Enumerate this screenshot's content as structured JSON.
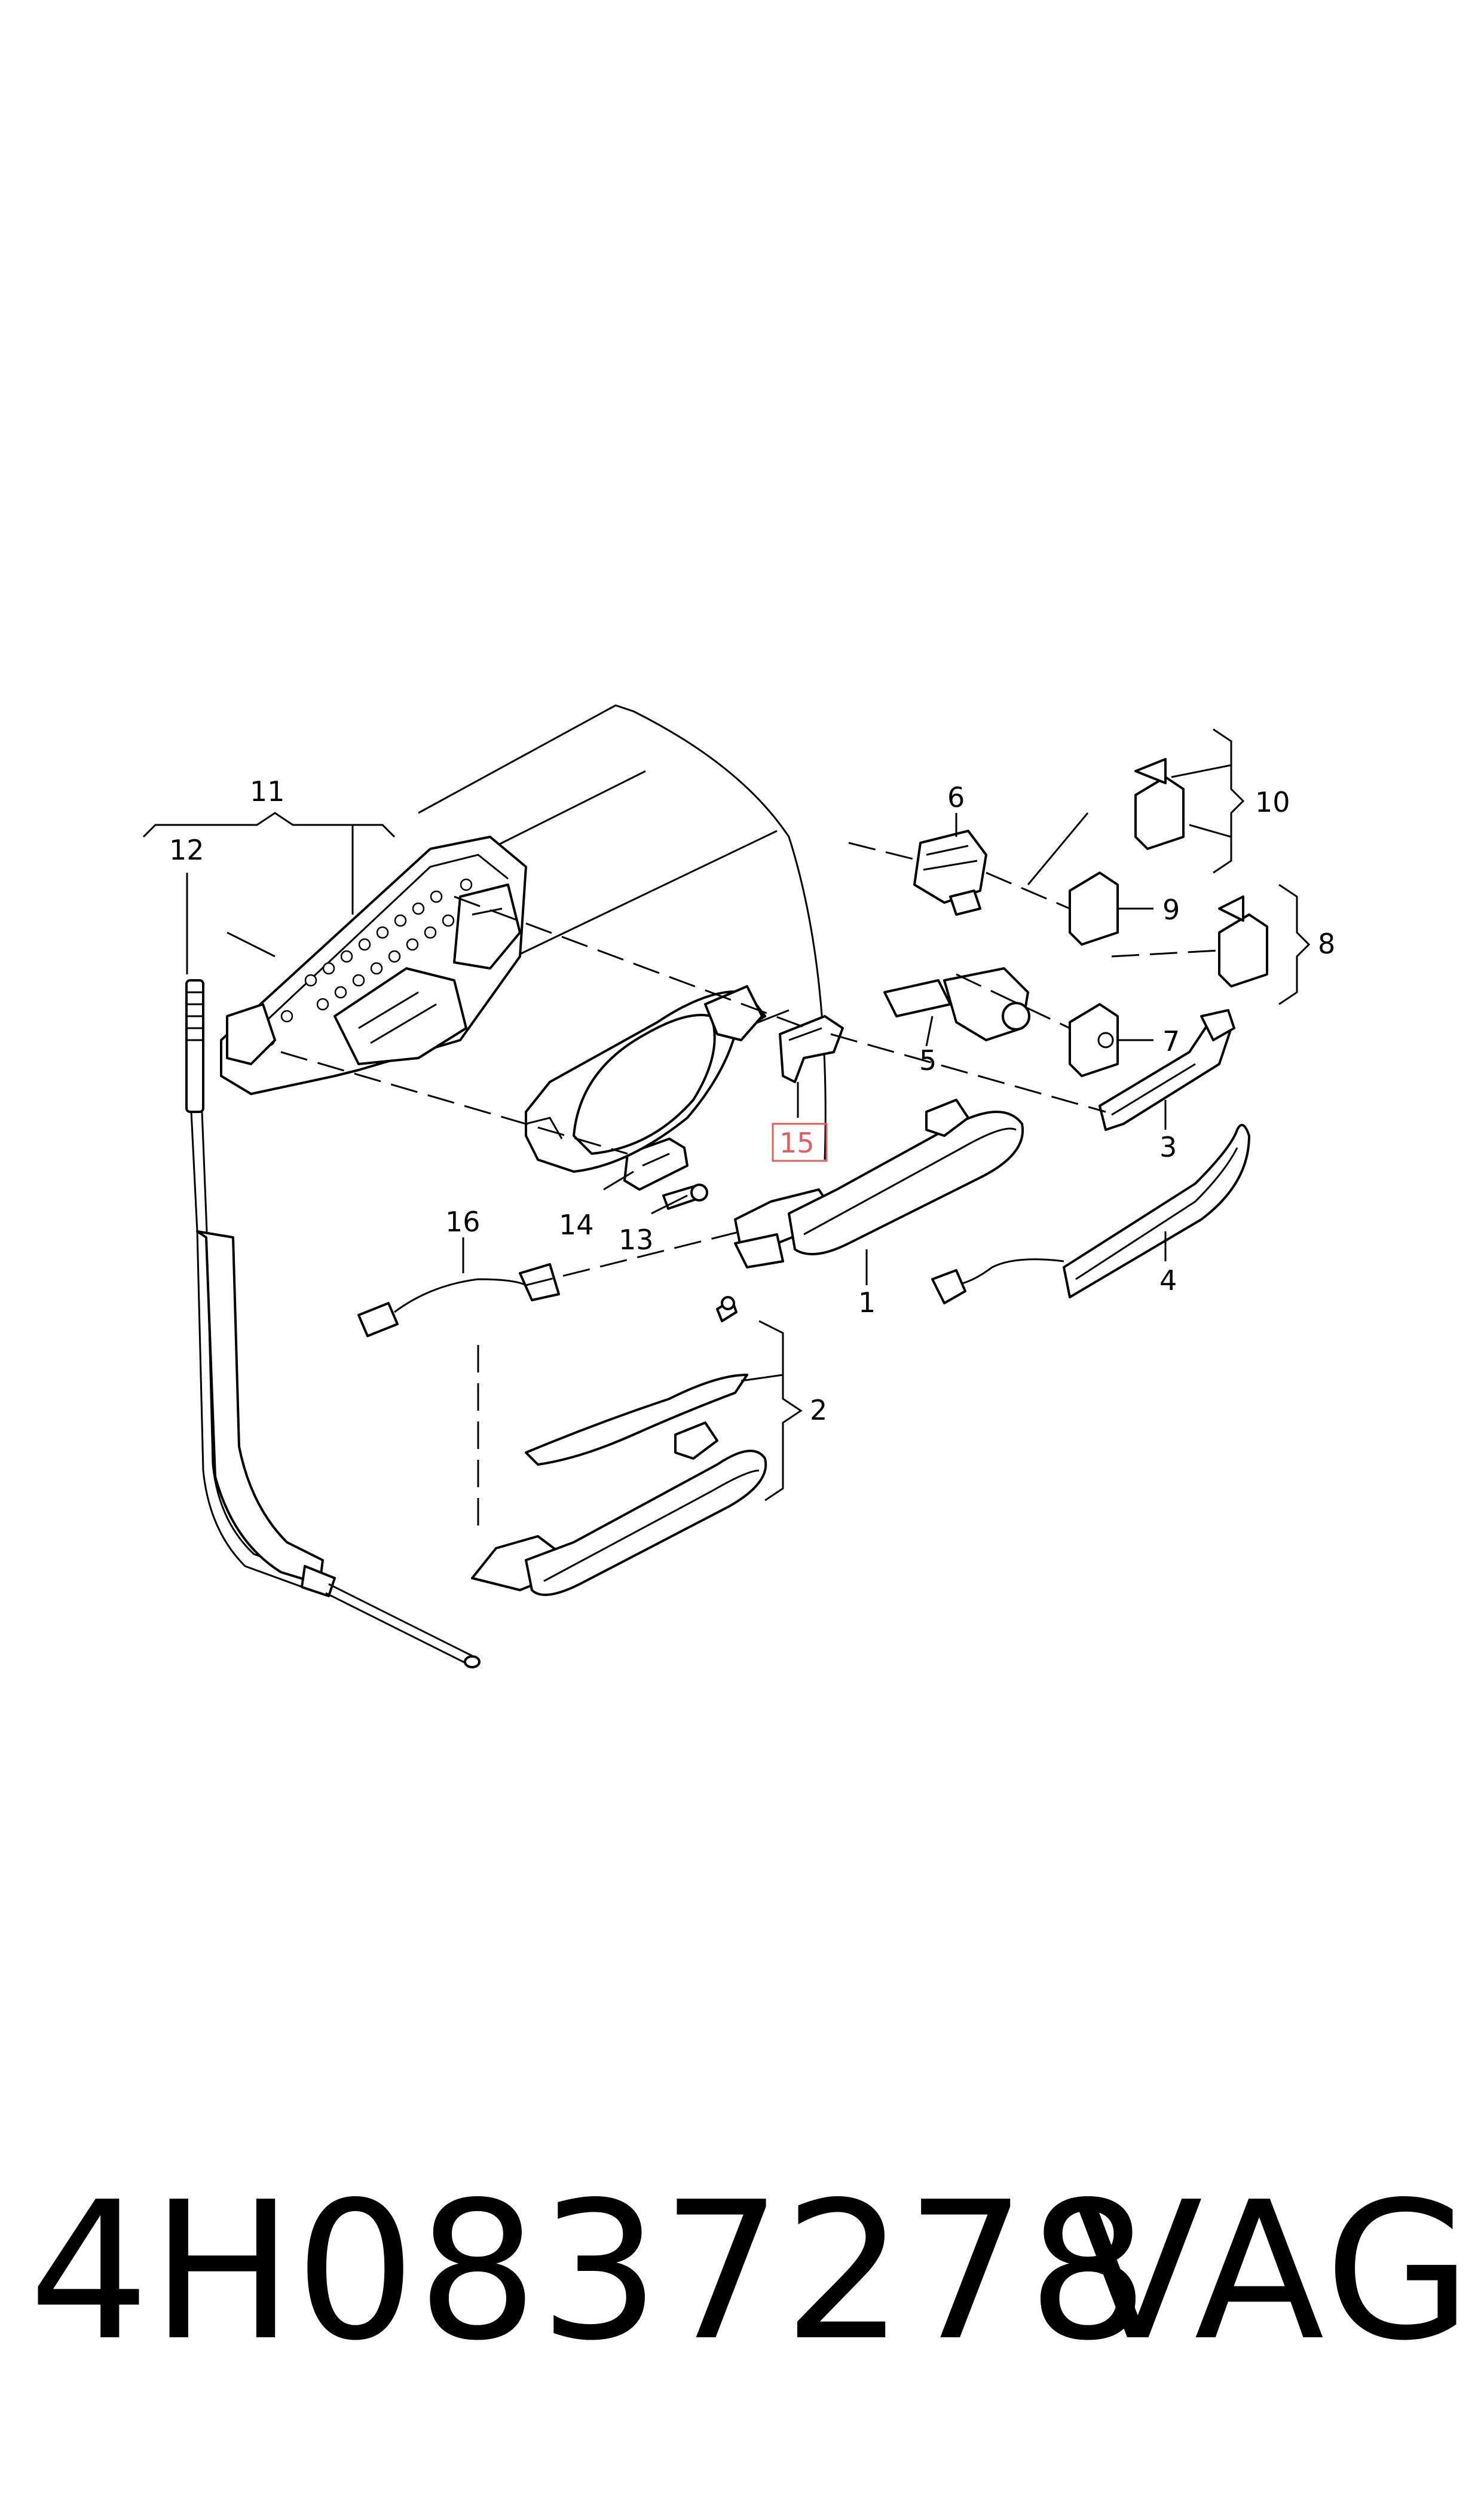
{
  "labels": {
    "l1": "1",
    "l2": "2",
    "l3": "3",
    "l4": "4",
    "l5": "5",
    "l6": "6",
    "l7": "7",
    "l8": "8",
    "l9": "9",
    "l10": "10",
    "l11": "11",
    "l12": "12",
    "l13": "13",
    "l14": "14",
    "l15": "15",
    "l16": "16"
  },
  "highlight_color": "#e06060",
  "footer": {
    "part_number": "4H0837278",
    "brand": "VAG"
  }
}
